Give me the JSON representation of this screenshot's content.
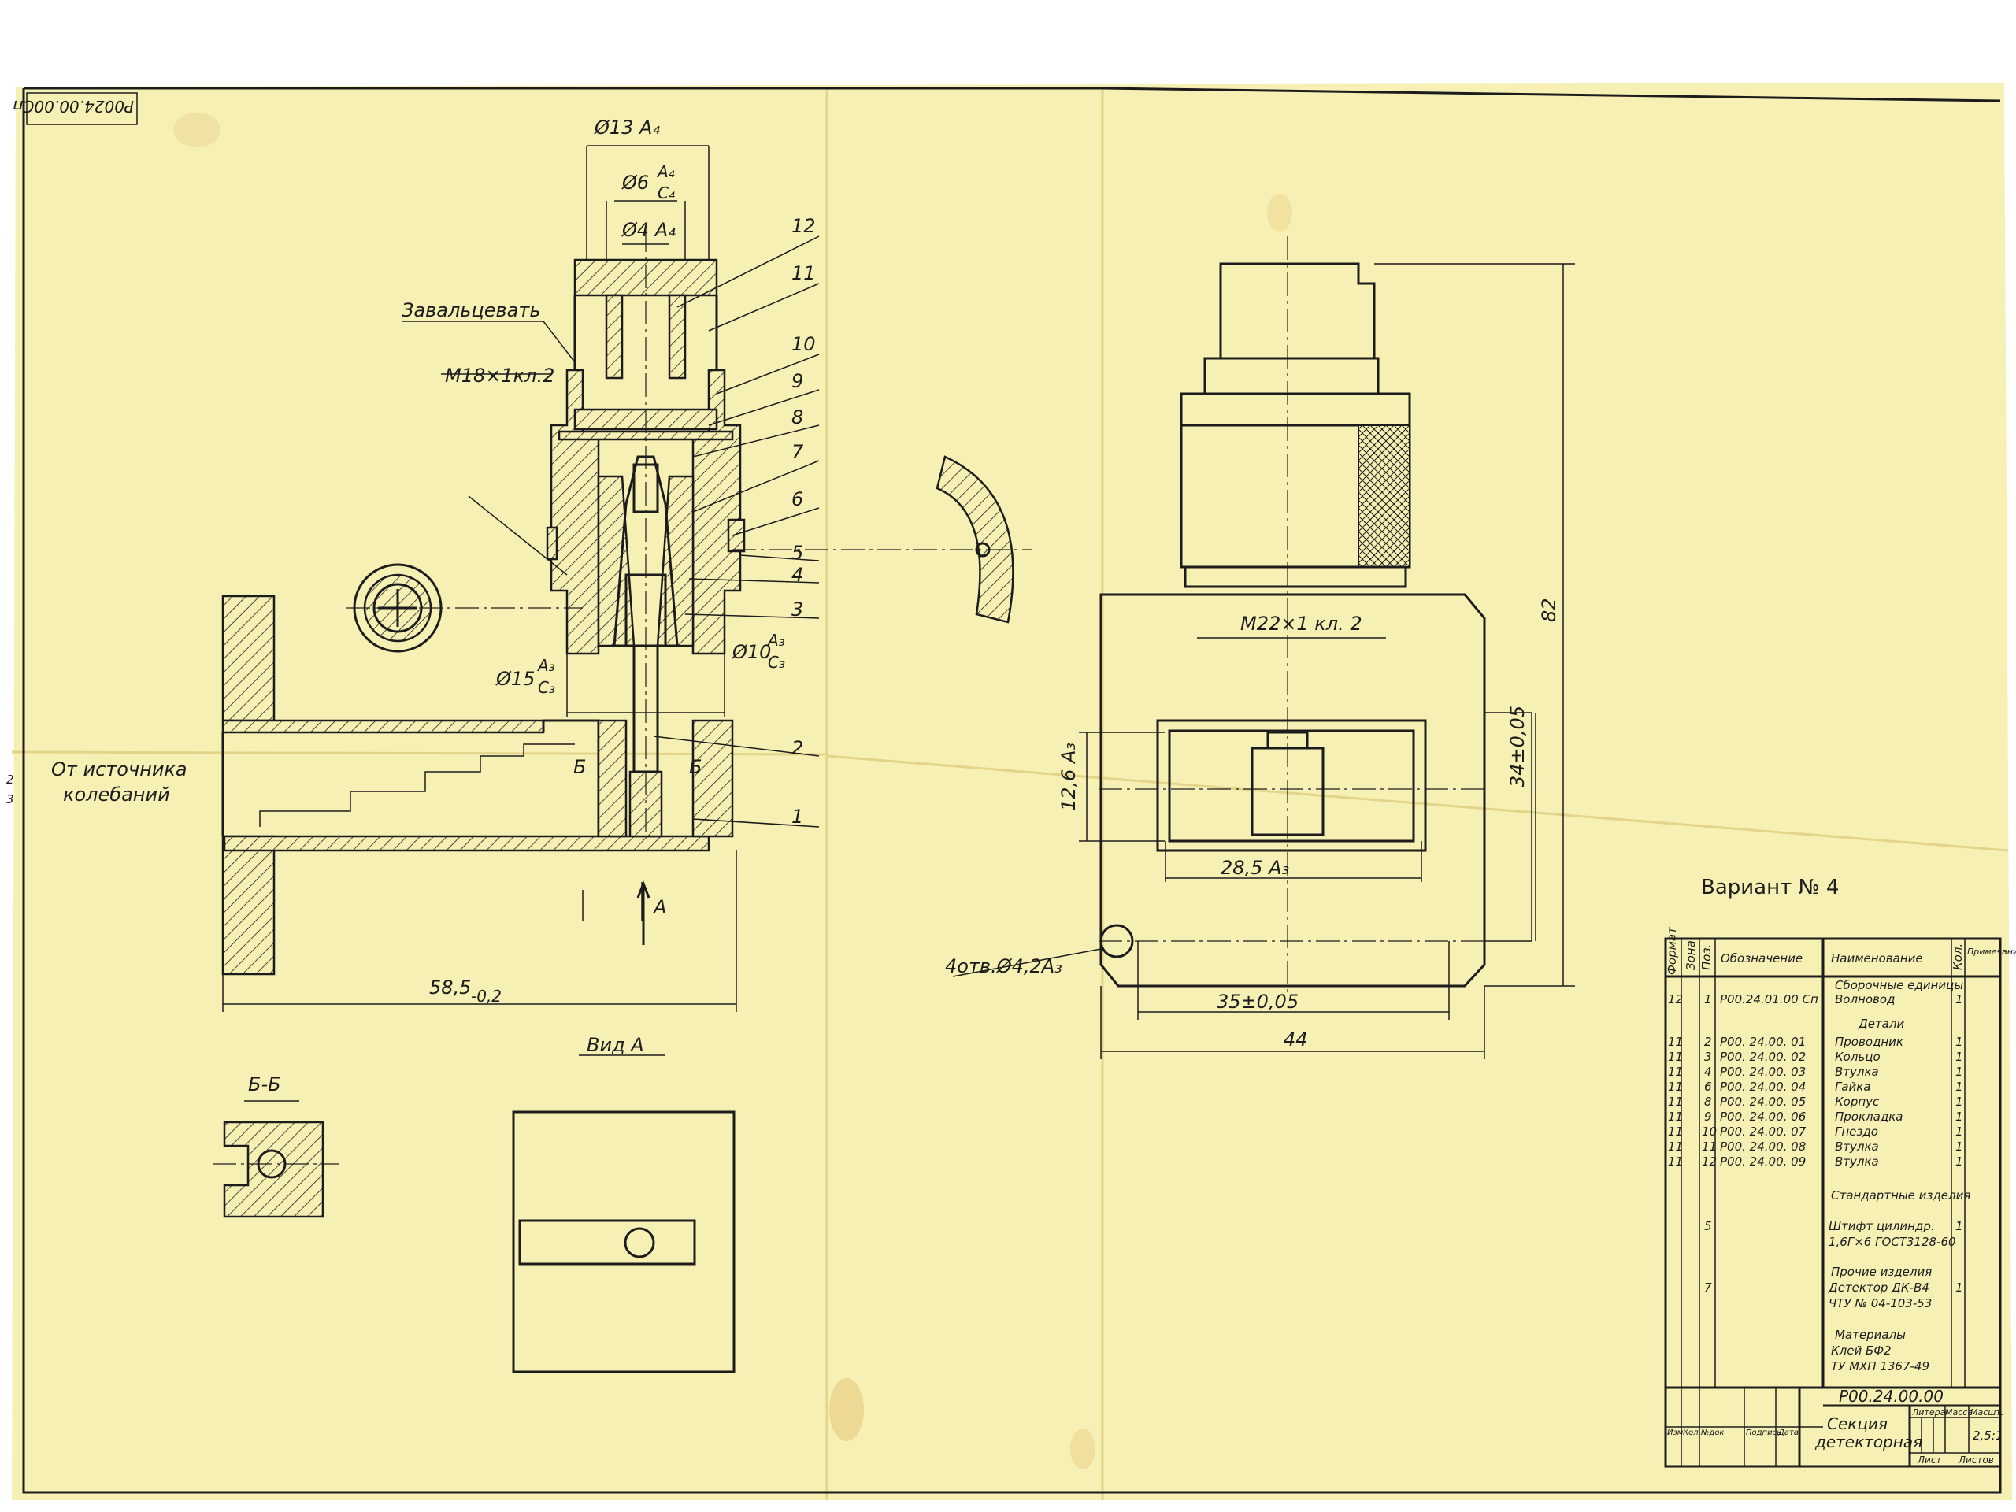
{
  "drawing": {
    "corner_stamp": "Р0024.00.00Сп",
    "left_view": {
      "note_roll": "Завальцевать",
      "thread": "М18×1кл.2",
      "dim_d13": "Ø13 А₄",
      "dim_d6": "Ø6",
      "dim_d6_fit_top": "А₄",
      "dim_d6_fit_bottom": "С₄",
      "dim_d4": "Ø4 А₄",
      "dim_d15": "Ø15",
      "dim_d15_fit_top": "А₃",
      "dim_d15_fit_bottom": "С₃",
      "dim_d10": "Ø10",
      "dim_d10_fit_top": "А₃",
      "dim_d10_fit_bottom": "С₃",
      "dim_length": "58,5",
      "dim_length_tol": "-0,2",
      "source_label_line1": "От источника",
      "source_label_line2": "колебаний",
      "section_mark_b": "Б",
      "view_mark_a": "А",
      "positions": [
        "12",
        "11",
        "10",
        "9",
        "8",
        "7",
        "6",
        "5",
        "4",
        "3",
        "2",
        "1"
      ],
      "view_a_title": "Вид А",
      "section_bb_title": "Б-Б",
      "side_margin_marks": [
        "2",
        "3"
      ]
    },
    "right_view": {
      "thread": "М22×1 кл. 2",
      "dim_82": "82",
      "dim_34": "34±0,05",
      "dim_126": "12,6 А₃",
      "dim_285": "28,5 А₃",
      "holes": "4отв.Ø4,2А₃",
      "dim_35": "35±0,05",
      "dim_44": "44"
    },
    "variant": "Вариант № 4"
  },
  "spec_table": {
    "headers": {
      "format": "Формат",
      "zone": "Зона",
      "pos": "Поз.",
      "designation": "Обозначение",
      "name": "Наименование",
      "qty": "Кол.",
      "note": "Примечание"
    },
    "section_assemblies": "Сборочные единицы",
    "assemblies": [
      {
        "format": "12",
        "pos": "1",
        "designation": "Р00.24.01.00 Сп",
        "name": "Волновод",
        "qty": "1"
      }
    ],
    "section_parts": "Детали",
    "parts": [
      {
        "format": "11",
        "pos": "2",
        "designation": "Р00. 24.00. 01",
        "name": "Проводник",
        "qty": "1"
      },
      {
        "format": "11",
        "pos": "3",
        "designation": "Р00. 24.00. 02",
        "name": "Кольцо",
        "qty": "1"
      },
      {
        "format": "11",
        "pos": "4",
        "designation": "Р00. 24.00. 03",
        "name": "Втулка",
        "qty": "1"
      },
      {
        "format": "11",
        "pos": "6",
        "designation": "Р00. 24.00. 04",
        "name": "Гайка",
        "qty": "1"
      },
      {
        "format": "11",
        "pos": "8",
        "designation": "Р00. 24.00. 05",
        "name": "Корпус",
        "qty": "1"
      },
      {
        "format": "11",
        "pos": "9",
        "designation": "Р00. 24.00. 06",
        "name": "Прокладка",
        "qty": "1"
      },
      {
        "format": "11",
        "pos": "10",
        "designation": "Р00. 24.00. 07",
        "name": "Гнездо",
        "qty": "1"
      },
      {
        "format": "11",
        "pos": "11",
        "designation": "Р00. 24.00. 08",
        "name": "Втулка",
        "qty": "1"
      },
      {
        "format": "11",
        "pos": "12",
        "designation": "Р00. 24.00. 09",
        "name": "Втулка",
        "qty": "1"
      }
    ],
    "section_standard": "Стандартные изделия",
    "standard": [
      {
        "pos": "5",
        "name_line1": "Штифт цилиндр.",
        "name_line2": "1,6Г×6 ГОСТ3128-60",
        "qty": "1"
      }
    ],
    "section_other": "Прочие изделия",
    "other": [
      {
        "pos": "7",
        "name_line1": "Детектор ДК-В4",
        "name_line2": "ЧТУ № 04-103-53",
        "qty": "1"
      }
    ],
    "section_materials": "Материалы",
    "materials": [
      {
        "name_line1": "Клей БФ2",
        "name_line2": "ТУ МХП 1367-49"
      }
    ]
  },
  "title_block": {
    "doc_number": "Р00.24.00.00",
    "title_line1": "Секция",
    "title_line2": "детекторная",
    "col_litera": "Литера",
    "col_mass": "Масса",
    "col_scale": "Масшт.",
    "scale": "2,5:1",
    "sheet": "Лист",
    "sheets": "Листов",
    "rev_cols": [
      "Изм",
      "Кол",
      "№док",
      "Подпись",
      "Дата"
    ]
  },
  "colors": {
    "paper": "#f6f0b4",
    "paper_shadow": "#efe6a0",
    "ink": "#1c1c1c",
    "stain": "#e8d08a"
  }
}
